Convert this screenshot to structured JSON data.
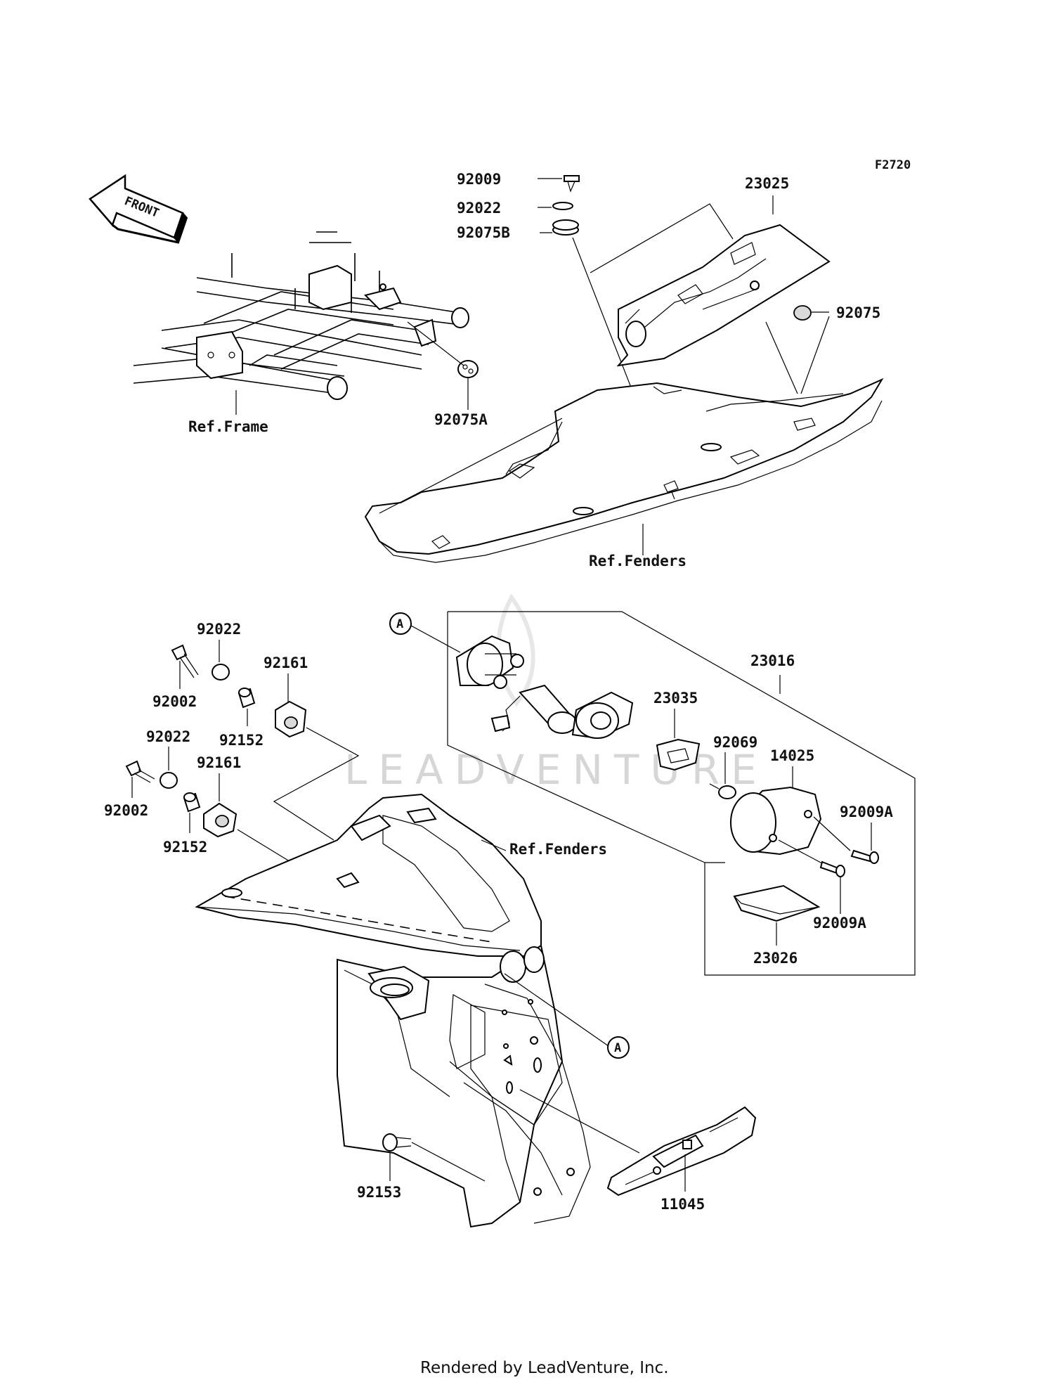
{
  "figure_code": "F2720",
  "front_arrow_label": "FRONT",
  "watermark": "LEADVENTURE",
  "footer": "Rendered by LeadVenture, Inc.",
  "refs": {
    "frame": "Ref.Frame",
    "fenders_top": "Ref.Fenders",
    "fenders_bottom": "Ref.Fenders"
  },
  "callout_a": "A",
  "parts": {
    "p92009": "92009",
    "p92022_top": "92022",
    "p92075B": "92075B",
    "p23025": "23025",
    "p92075": "92075",
    "p92075A": "92075A",
    "p23016": "23016",
    "p23035": "23035",
    "p92069": "92069",
    "p14025": "14025",
    "p92009A_1": "92009A",
    "p92009A_2": "92009A",
    "p23026": "23026",
    "p92022_a": "92022",
    "p92002_a": "92002",
    "p92161_a": "92161",
    "p92152_a": "92152",
    "p92022_b": "92022",
    "p92161_b": "92161",
    "p92002_b": "92002",
    "p92152_b": "92152",
    "p92153": "92153",
    "p11045": "11045"
  }
}
